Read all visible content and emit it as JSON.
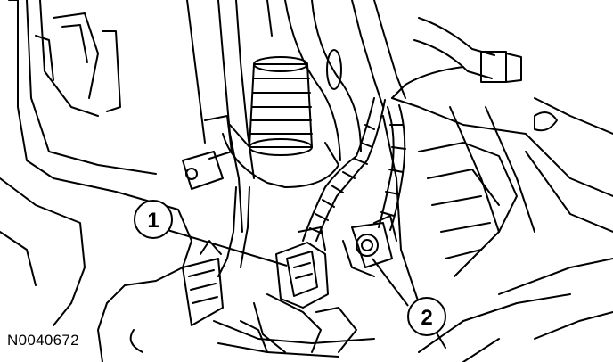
{
  "diagram": {
    "callouts": [
      {
        "number": "1"
      },
      {
        "number": "2"
      }
    ],
    "illustration_id": "N0040672"
  }
}
